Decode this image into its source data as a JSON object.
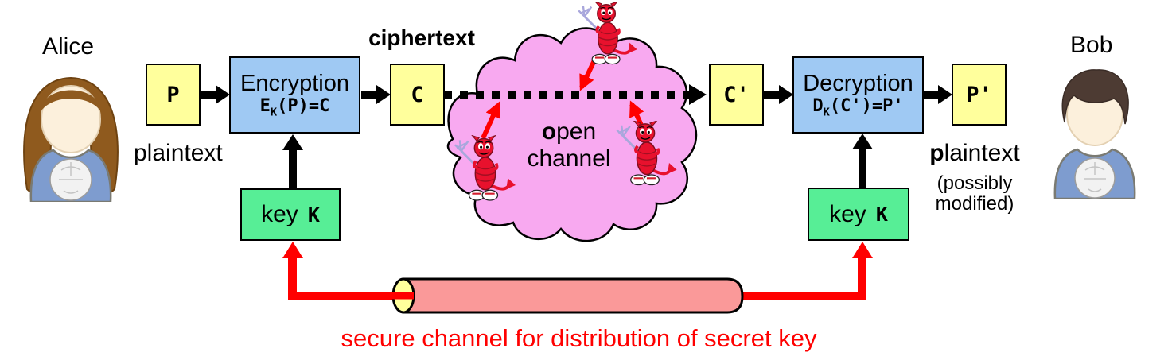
{
  "actors": {
    "alice": "Alice",
    "bob": "Bob"
  },
  "nodes": {
    "p_box": "P",
    "c_box": "C",
    "c_prime_box": "C'",
    "p_prime_box": "P'",
    "encryption": {
      "title": "Encryption",
      "formula": {
        "base": "E",
        "sub": "K",
        "rest": "(P)=C"
      }
    },
    "decryption": {
      "title": "Decryption",
      "formula": {
        "base": "D",
        "sub": "K",
        "rest": "(C')=P'"
      }
    },
    "key_left": {
      "word": "key",
      "symbol": "K"
    },
    "key_right": {
      "word": "key",
      "symbol": "K"
    }
  },
  "labels": {
    "plaintext_left": "plaintext",
    "ciphertext": "ciphertext",
    "plaintext_right": {
      "bold": "p",
      "rest": "laintext"
    },
    "plaintext_right_note1": "(possibly",
    "plaintext_right_note2": "modified)",
    "open": {
      "bold": "o",
      "rest": "pen"
    },
    "channel": "channel",
    "secure_channel": "secure channel for distribution of secret key"
  },
  "icons": {
    "alice_avatar": "female-user-avatar",
    "bob_avatar": "male-user-avatar",
    "devil": "devil-attacker-icon",
    "cloud": "open-channel-cloud",
    "tube": "secure-channel-tube"
  },
  "colors": {
    "box_yellow": "#FFFF9C",
    "box_blue": "#9FC9F3",
    "box_green": "#57EE96",
    "cloud_pink": "#F8A9F0",
    "tube_pink": "#FA9999",
    "tube_cap_yellow": "#FFFF9C",
    "red": "#FF0000",
    "black": "#000000"
  }
}
